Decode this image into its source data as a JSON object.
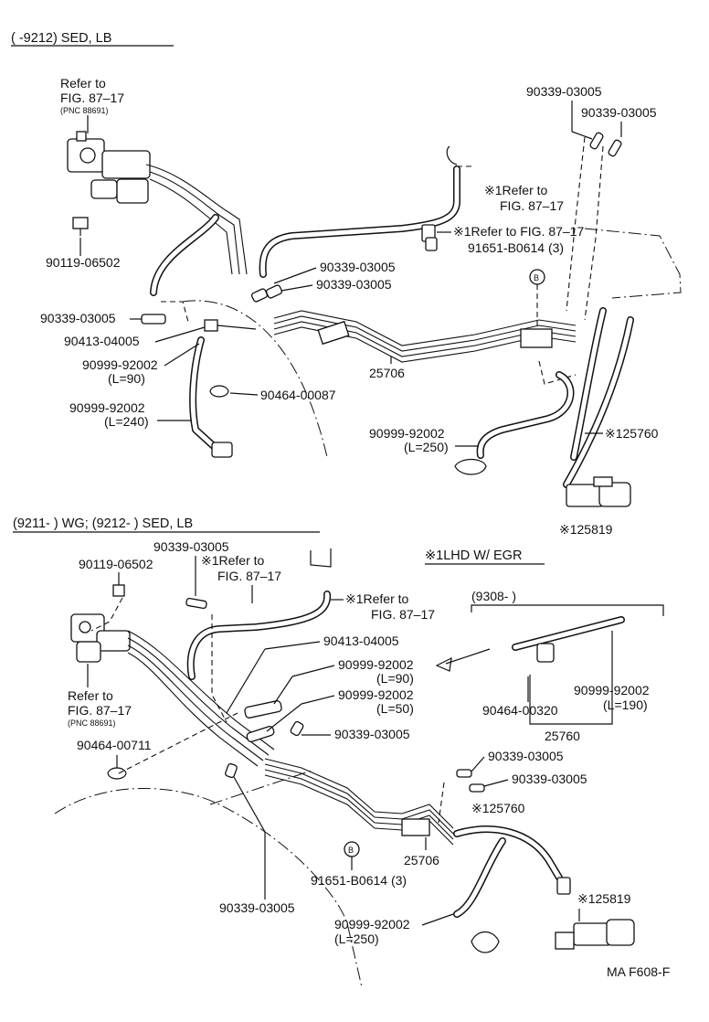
{
  "sections": {
    "top_header": "(        -9212) SED, LB",
    "bottom_header": "(9211-          ) WG; (9212-          ) SED, LB",
    "note_lhd": "※1LHD W/ EGR",
    "bracket_9308": "(9308-          )"
  },
  "top": {
    "refer_fig_a": [
      "Refer to",
      "FIG. 87–17",
      "(PNC 88691)"
    ],
    "p_90119": "90119-06502",
    "p_90339_a": "90339-03005",
    "p_90339_b": "90339-03005",
    "refer_fig_b": [
      "※1Refer to",
      "FIG. 87–17"
    ],
    "refer_fig_c": "※1Refer to FIG. 87–17",
    "p_91651": "91651-B0614 (3)",
    "p_90339_c": "90339-03005",
    "p_90339_d": "90339-03005",
    "p_90339_e": "90339-03005",
    "p_90413": "90413-04005",
    "p_90999_90": [
      "90999-92002",
      "(L=90)"
    ],
    "p_90464": "90464-00087",
    "p_90999_240": [
      "90999-92002",
      "(L=240)"
    ],
    "p_25706": "25706",
    "p_90999_250": [
      "90999-92002",
      "(L=250)"
    ],
    "p_125760": "※125760",
    "p_125819": "※125819",
    "circle_b": "B"
  },
  "bottom": {
    "p_90339_top": "90339-03005",
    "refer_fig_d": [
      "※1Refer to",
      "FIG. 87–17"
    ],
    "p_90119": "90119-06502",
    "refer_fig_e": [
      "※1Refer to",
      "FIG. 87–17"
    ],
    "refer_fig_f": [
      "Refer to",
      "FIG. 87–17",
      "(PNC 88691)"
    ],
    "p_90413": "90413-04005",
    "p_90999_90": [
      "90999-92002",
      "(L=90)"
    ],
    "p_90999_50": [
      "90999-92002",
      "(L=50)"
    ],
    "p_90339_mid": "90339-03005",
    "p_90464_00711": "90464-00711",
    "p_90464_00320": "90464-00320",
    "p_90999_190": [
      "90999-92002",
      "(L=190)"
    ],
    "p_25760": "25760",
    "p_90339_r1": "90339-03005",
    "p_90339_r2": "90339-03005",
    "p_125760": "※125760",
    "p_25706": "25706",
    "p_91651": "91651-B0614 (3)",
    "p_90339_bottom": "90339-03005",
    "p_125819": "※125819",
    "p_90999_250": [
      "90999-92002",
      "(L=250)"
    ],
    "circle_b": "B"
  },
  "footer": {
    "code": "MA F608-F"
  }
}
